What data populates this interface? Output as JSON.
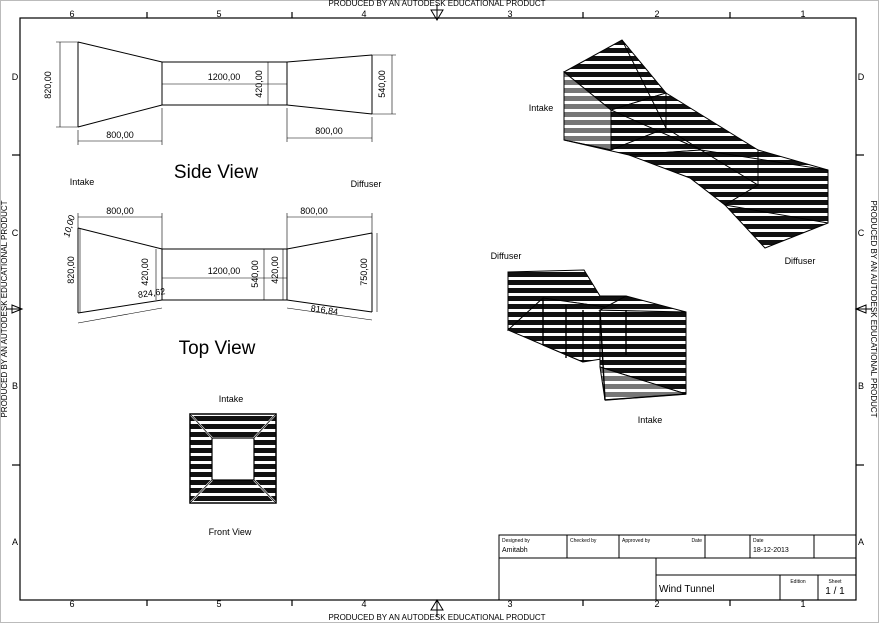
{
  "sheet": {
    "watermark": "PRODUCED BY AN AUTODESK EDUCATIONAL PRODUCT",
    "columns": [
      "6",
      "5",
      "4",
      "3",
      "2",
      "1"
    ],
    "rows": [
      "D",
      "C",
      "B",
      "A"
    ]
  },
  "side_view": {
    "title": "Side View",
    "intake_label": "Intake",
    "diffuser_label": "Diffuser",
    "dims": {
      "intake_height": "820,00",
      "intake_length": "800,00",
      "test_length": "1200,00",
      "test_height": "420,00",
      "diffuser_height": "540,00",
      "diffuser_length": "800,00"
    }
  },
  "top_view": {
    "title": "Top View",
    "dims": {
      "angle": "10,00",
      "intake_length": "800,00",
      "intake_width": "820,00",
      "test_width_left": "420,00",
      "slant": "824,62",
      "test_length": "1200,00",
      "test_width_center": "540,00",
      "test_width_right": "420,00",
      "diffuser_length": "800,00",
      "diffuser_width": "750,00",
      "diffuser_slant": "816,84"
    }
  },
  "front_view": {
    "title": "Front View",
    "label": "Intake"
  },
  "iso_top": {
    "intake_label": "Intake",
    "diffuser_label": "Diffuser"
  },
  "iso_bottom": {
    "diffuser_label": "Diffuser",
    "intake_label": "Intake"
  },
  "title_block": {
    "designed_by_label": "Designed by",
    "checked_by_label": "Checked by",
    "approved_by_label": "Approved by",
    "date_label_1": "Date",
    "date_label_2": "Date",
    "designer": "Amitabh",
    "date": "18-12-2013",
    "title": "Wind Tunnel",
    "edition_label": "Edition",
    "sheet_label": "Sheet",
    "sheet_value": "1 / 1"
  }
}
